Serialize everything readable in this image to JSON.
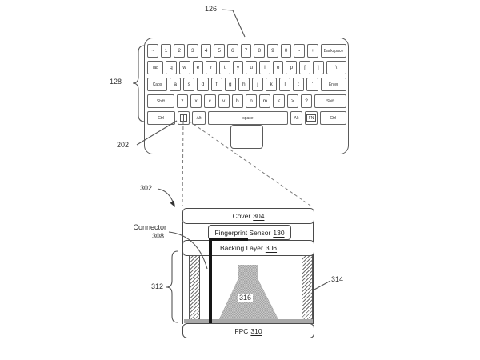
{
  "figure": {
    "refs": {
      "keyboard": "126",
      "key_rows": "128",
      "windows_key": "202",
      "sensor_assembly": "302",
      "stack_height": "312",
      "side_wall": "314",
      "epoxy": "316"
    },
    "connector": {
      "label": "Connector",
      "ref": "308"
    },
    "layers": {
      "cover": {
        "name": "Cover",
        "ref": "304"
      },
      "sensor": {
        "name": "Fingerprint Sensor",
        "ref": "130"
      },
      "backing": {
        "name": "Backing Layer",
        "ref": "306"
      },
      "fpc": {
        "name": "FPC",
        "ref": "310"
      }
    },
    "colors": {
      "line": "#555555",
      "key_text": "#333333",
      "epoxy_fill": "#b5b5b5",
      "connector_fill": "#151515"
    }
  },
  "keyboard": {
    "rows": [
      {
        "keys": [
          {
            "label": "~"
          },
          {
            "label": "1"
          },
          {
            "label": "2"
          },
          {
            "label": "3"
          },
          {
            "label": "4"
          },
          {
            "label": "5"
          },
          {
            "label": "6"
          },
          {
            "label": "7"
          },
          {
            "label": "8"
          },
          {
            "label": "9"
          },
          {
            "label": "0"
          },
          {
            "label": "-"
          },
          {
            "label": "+"
          },
          {
            "label": "Backspace",
            "w": 2.6,
            "small": true
          }
        ]
      },
      {
        "keys": [
          {
            "label": "Tab",
            "w": 1.55,
            "small": true
          },
          {
            "label": "q"
          },
          {
            "label": "w"
          },
          {
            "label": "e"
          },
          {
            "label": "r"
          },
          {
            "label": "t"
          },
          {
            "label": "y"
          },
          {
            "label": "u"
          },
          {
            "label": "i"
          },
          {
            "label": "o"
          },
          {
            "label": "p"
          },
          {
            "label": "["
          },
          {
            "label": "]"
          },
          {
            "label": "\\",
            "w": 2
          }
        ]
      },
      {
        "keys": [
          {
            "label": "Caps",
            "w": 1.9,
            "small": true
          },
          {
            "label": "a"
          },
          {
            "label": "s"
          },
          {
            "label": "d"
          },
          {
            "label": "f"
          },
          {
            "label": "g"
          },
          {
            "label": "h"
          },
          {
            "label": "j"
          },
          {
            "label": "k"
          },
          {
            "label": "l"
          },
          {
            "label": ";"
          },
          {
            "label": "'"
          },
          {
            "label": "Enter",
            "w": 2.5,
            "small": true
          }
        ]
      },
      {
        "keys": [
          {
            "label": "Shift",
            "w": 2.6,
            "small": true
          },
          {
            "label": "z"
          },
          {
            "label": "x"
          },
          {
            "label": "c"
          },
          {
            "label": "v"
          },
          {
            "label": "b"
          },
          {
            "label": "n"
          },
          {
            "label": "m"
          },
          {
            "label": "<"
          },
          {
            "label": ">"
          },
          {
            "label": "?"
          },
          {
            "label": "Shift",
            "w": 3.1,
            "small": true
          }
        ]
      },
      {
        "keys": [
          {
            "label": "Ctrl",
            "w": 2.4,
            "small": true
          },
          {
            "icon": "windows",
            "w": 1
          },
          {
            "label": "Alt",
            "w": 1.1,
            "small": true
          },
          {
            "label": "space",
            "w": 7.2,
            "small": true
          },
          {
            "label": "Alt",
            "w": 1,
            "small": true
          },
          {
            "label": "FN",
            "w": 1,
            "small": true,
            "boxed": true
          },
          {
            "label": "Ctrl",
            "w": 2.3,
            "small": true
          }
        ]
      }
    ]
  }
}
